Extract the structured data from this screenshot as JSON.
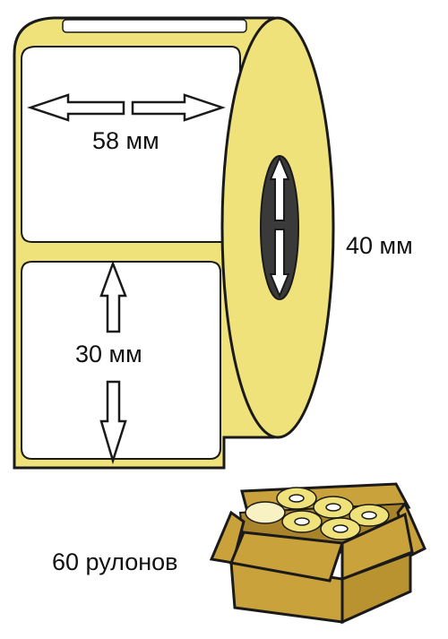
{
  "labels": {
    "width": "58 мм",
    "height": "30 мм",
    "diameter": "40 мм",
    "rolls": "60 рулонов"
  },
  "colors": {
    "label_stock": "#f0e27a",
    "label_face": "#ffffff",
    "outline": "#1a1a1a",
    "core": "#3a3a3a",
    "box": "#c9a23b",
    "box_dark": "#a9842a"
  },
  "icons": [
    "label-roll-icon",
    "box-of-rolls-icon",
    "double-arrow-icon"
  ]
}
